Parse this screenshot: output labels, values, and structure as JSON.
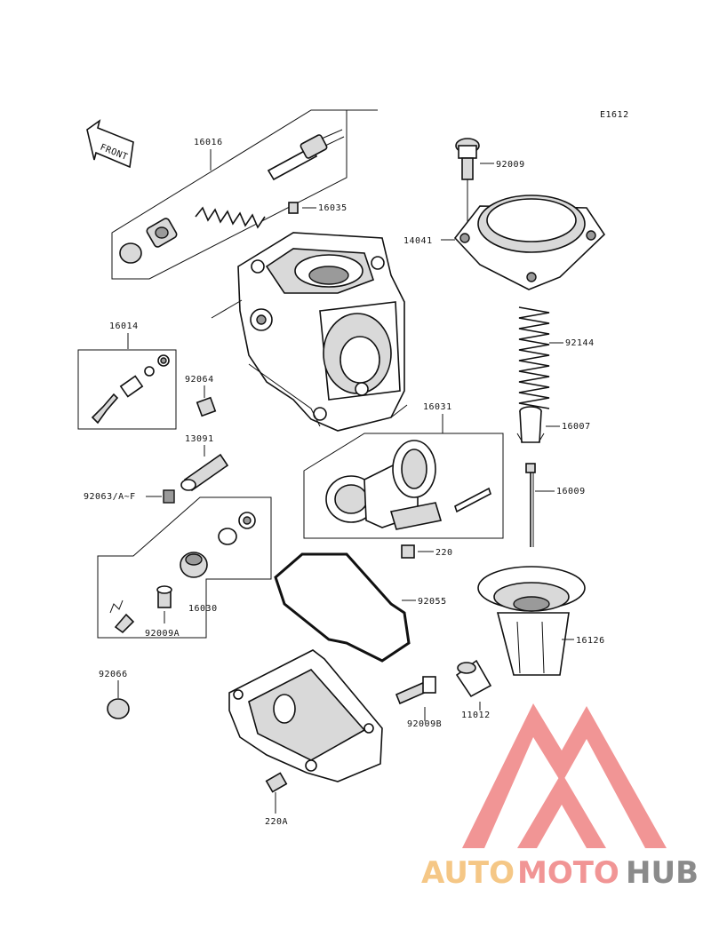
{
  "diagram_code": "E1612",
  "front_label": "FRONT",
  "parts": {
    "p16016": "16016",
    "p16035": "16035",
    "p92009": "92009",
    "p14041": "14041",
    "p16014": "16014",
    "p92064": "92064",
    "p13091": "13091",
    "p92063": "92063/A~F",
    "p92144": "92144",
    "p16007": "16007",
    "p16031": "16031",
    "p16009": "16009",
    "p220": "220",
    "p92055": "92055",
    "p16030": "16030",
    "p92009A": "92009A",
    "p16126": "16126",
    "p92066": "92066",
    "p92009B": "92009B",
    "p11012": "11012",
    "p220A": "220A"
  },
  "watermark": {
    "part1": "AUTO",
    "part2": "MOTO",
    "part3": "HUB",
    "colors": {
      "auto": "#f4c27a",
      "moto": "#f08a8a",
      "hub": "#7f7f7f",
      "logo": "#f08a8a"
    }
  }
}
